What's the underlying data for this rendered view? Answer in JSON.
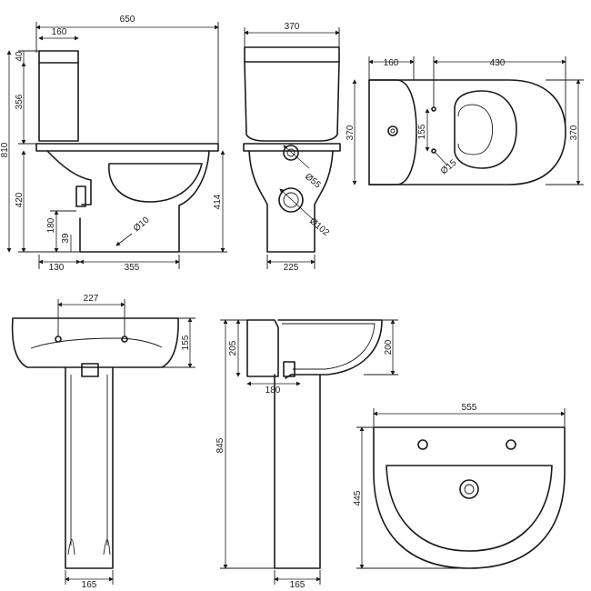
{
  "toilet_side": {
    "overall_width": "650",
    "cistern_depth": "160",
    "cistern_lid": "40",
    "cistern_height": "356",
    "overall_height": "810",
    "pan_height": "420",
    "waste_height": "180",
    "waste_pipe": "39",
    "waste_offset": "130",
    "pan_length": "355",
    "fixing_hole": "Ø10",
    "rim_height": "414"
  },
  "toilet_front": {
    "width": "370",
    "inlet": "Ø55",
    "outlet": "Ø102",
    "foot_width": "225"
  },
  "toilet_top": {
    "cistern_depth": "160",
    "pan_length": "430",
    "width_left": "370",
    "width_right": "370",
    "hole_spacing": "155",
    "hole_dia": "Ø15"
  },
  "basin_front": {
    "tap_spacing": "227",
    "height": "155",
    "pedestal_width": "165"
  },
  "basin_side": {
    "back_height": "205",
    "bowl_height": "200",
    "projection": "180",
    "overall_height": "845",
    "pedestal_width": "165"
  },
  "basin_top": {
    "width": "555",
    "depth": "445"
  }
}
